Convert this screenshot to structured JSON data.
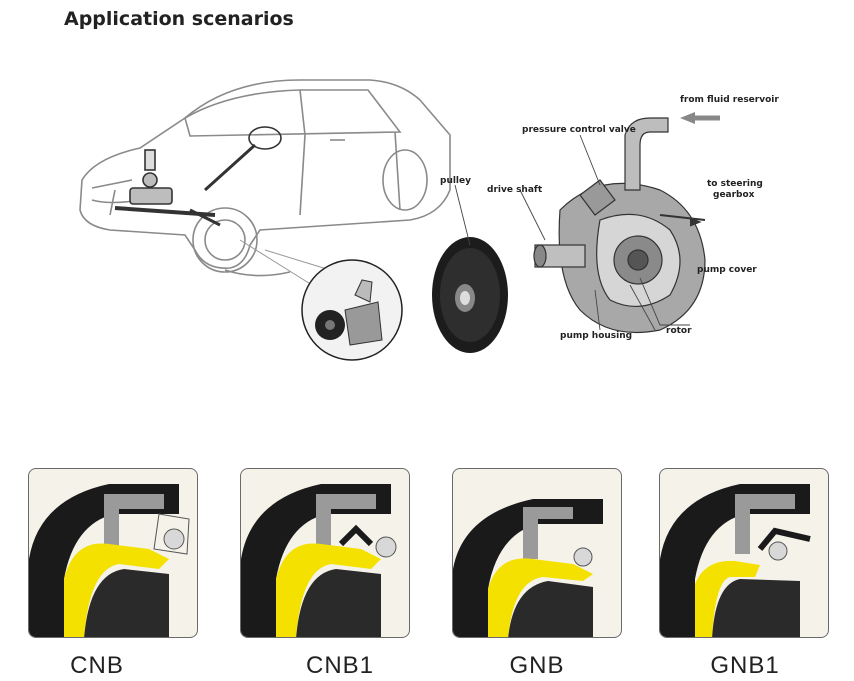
{
  "heading": "Application scenarios",
  "diagram": {
    "labels": {
      "from_fluid_reservoir": "from fluid reservoir",
      "pressure_control_valve": "pressure control valve",
      "pulley": "pulley",
      "drive_shaft": "drive shaft",
      "to_steering_gearbox_1": "to steering",
      "to_steering_gearbox_2": "gearbox",
      "pump_cover": "pump cover",
      "rotor": "rotor",
      "pump_housing": "pump housing"
    }
  },
  "seals": [
    {
      "name": "CNB"
    },
    {
      "name": "CNB1"
    },
    {
      "name": "GNB"
    },
    {
      "name": "GNB1"
    }
  ],
  "colors": {
    "seal_yellow": "#f4e100",
    "seal_black": "#1a1a1a",
    "seal_metal": "#9a9a9a",
    "card_bg": "#f5f2ea"
  }
}
